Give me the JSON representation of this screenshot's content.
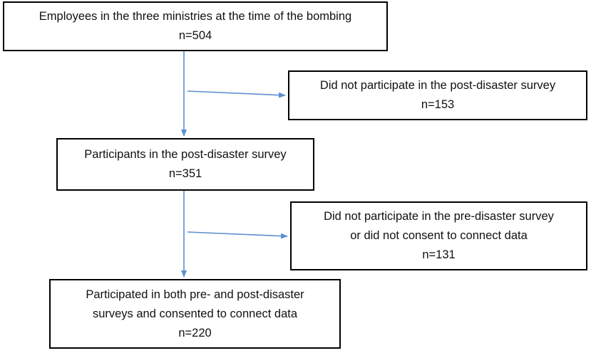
{
  "diagram": {
    "box1": {
      "line1": "Employees in the three ministries at the time of the bombing",
      "line2": "n=504"
    },
    "box2": {
      "line1": "Did not participate in the post-disaster survey",
      "line2": "n=153"
    },
    "box3": {
      "line1": "Participants in the post-disaster survey",
      "line2": "n=351"
    },
    "box4": {
      "line1": "Did not participate in the pre-disaster survey",
      "line2": "or did not consent to connect data",
      "line3": "n=131"
    },
    "box5": {
      "line1": "Participated in both pre- and post-disaster",
      "line2": "surveys and consented to connect data",
      "line3": "n=220"
    }
  },
  "colors": {
    "arrow": "#5b8fd0",
    "border": "#000000"
  }
}
